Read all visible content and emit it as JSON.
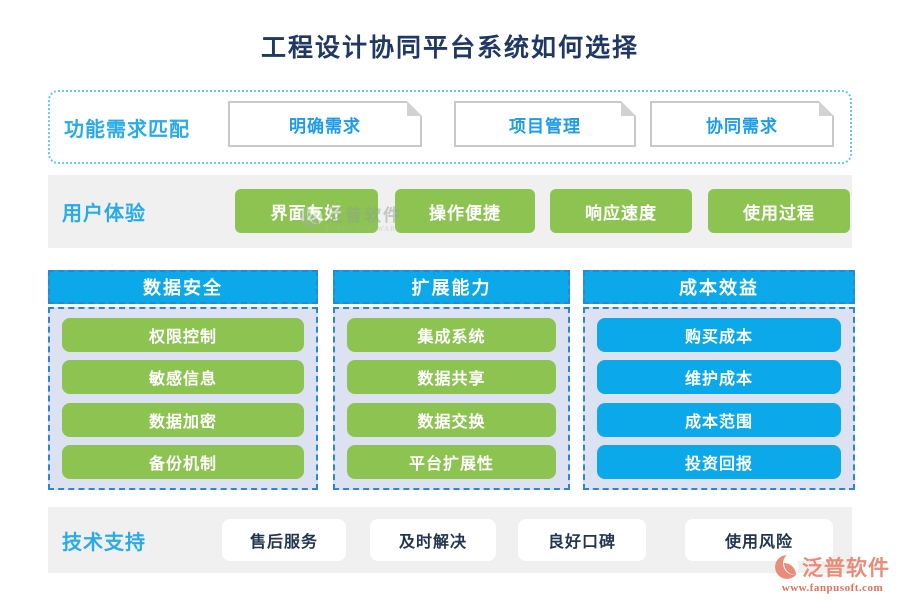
{
  "title": "工程设计协同平台系统如何选择",
  "section_function": {
    "label": "功能需求匹配",
    "items": [
      "明确需求",
      "项目管理",
      "协同需求"
    ]
  },
  "section_ux": {
    "label": "用户体验",
    "items": [
      "界面友好",
      "操作便捷",
      "响应速度",
      "使用过程"
    ]
  },
  "columns": [
    {
      "header": "数据安全",
      "button_style": "green",
      "items": [
        "权限控制",
        "敏感信息",
        "数据加密",
        "备份机制"
      ]
    },
    {
      "header": "扩展能力",
      "button_style": "green",
      "items": [
        "集成系统",
        "数据共享",
        "数据交换",
        "平台扩展性"
      ]
    },
    {
      "header": "成本效益",
      "button_style": "blue",
      "items": [
        "购买成本",
        "维护成本",
        "成本范围",
        "投资回报"
      ]
    }
  ],
  "section_support": {
    "label": "技术支持",
    "items": [
      "售后服务",
      "及时解决",
      "良好口碑",
      "使用风险"
    ]
  },
  "watermark_center": {
    "name": "泛普软件",
    "subtitle": "FANPU SOFTWARE"
  },
  "watermark_footer": {
    "name": "泛普软件",
    "url": "www.fanpusoft.com"
  },
  "colors": {
    "accent_blue": "#0BA9EA",
    "accent_green": "#8DC350",
    "label_cyan": "#29ABE8",
    "title_navy": "#1F3864",
    "dashed_border": "#2E86D0",
    "column_bg": "#DCE2F2",
    "band_bg": "#F0F0F0",
    "fold_button_text": "#1E9BE9",
    "watermark_coral": "#E98C7A"
  }
}
